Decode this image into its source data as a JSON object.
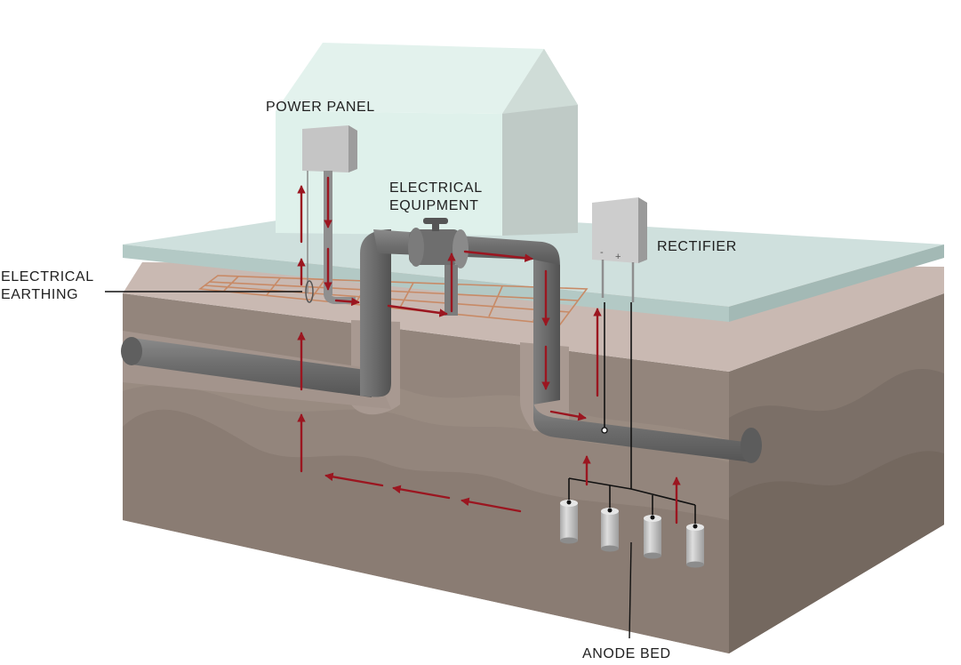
{
  "labels": {
    "power_panel": "POWER PANEL",
    "electrical_equipment_line1": "ELECTRICAL",
    "electrical_equipment_line2": "EQUIPMENT",
    "rectifier": "RECTIFIER",
    "electrical_earthing_line1": "ELECTRICAL",
    "electrical_earthing_line2": "EARTHING",
    "anode_bed": "ANODE BED"
  },
  "rectifier_terminals": {
    "negative": "-",
    "positive": "+"
  },
  "colors": {
    "sky_slab": "#cfe0dd",
    "house_front": "#dff1eb",
    "house_side": "#bfcac6",
    "soil_top": "#ad9e96",
    "soil_front": "#93857c",
    "soil_side": "#85786f",
    "pipe": "#6c6c6c",
    "current_arrow": "#9b1620",
    "grounding_grid": "#c88a66",
    "panel": "#bdbdbd",
    "anode": "#cfcfcf"
  }
}
